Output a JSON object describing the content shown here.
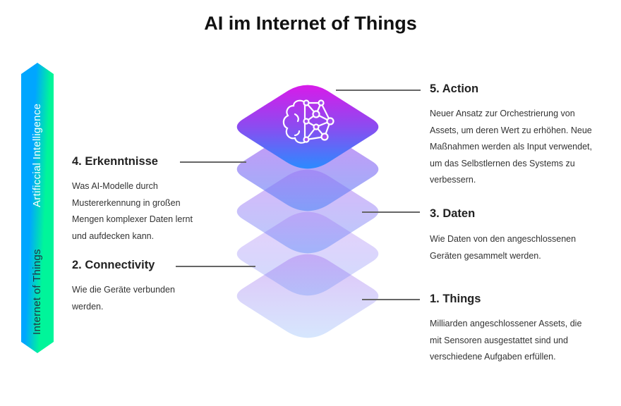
{
  "title": "AI im Internet of Things",
  "side_bar": {
    "top_label": "Artificcial Intelligence",
    "bottom_label": "Internet of Things"
  },
  "layers": [
    {
      "heading": "5. Action",
      "text": "Neuer Ansatz zur Orchestrierung von Assets, um deren Wert zu erhöhen. Neue Maßnahmen werden als Input verwendet, um das Selbstlernen des Systems zu verbessern.",
      "icon": "brain-network-icon"
    },
    {
      "heading": "4. Erkenntnisse",
      "text": "Was AI-Modelle durch Mustererkennung in großen Mengen komplexer Daten lernt und aufdecken kann."
    },
    {
      "heading": "3. Daten",
      "text": "Wie Daten von den angeschlossenen Geräten gesammelt werden."
    },
    {
      "heading": "2. Connectivity",
      "text": "Wie die Geräte verbunden werden."
    },
    {
      "heading": "1. Things",
      "text": "Milliarden angeschlossener Assets, die mit Sensoren ausgestattet sind und verschiedene Aufgaben erfüllen."
    }
  ],
  "colors": {
    "magenta": "#d81be9",
    "blue": "#2b8bff",
    "green": "#00f59a",
    "cyan": "#00a6ff"
  }
}
